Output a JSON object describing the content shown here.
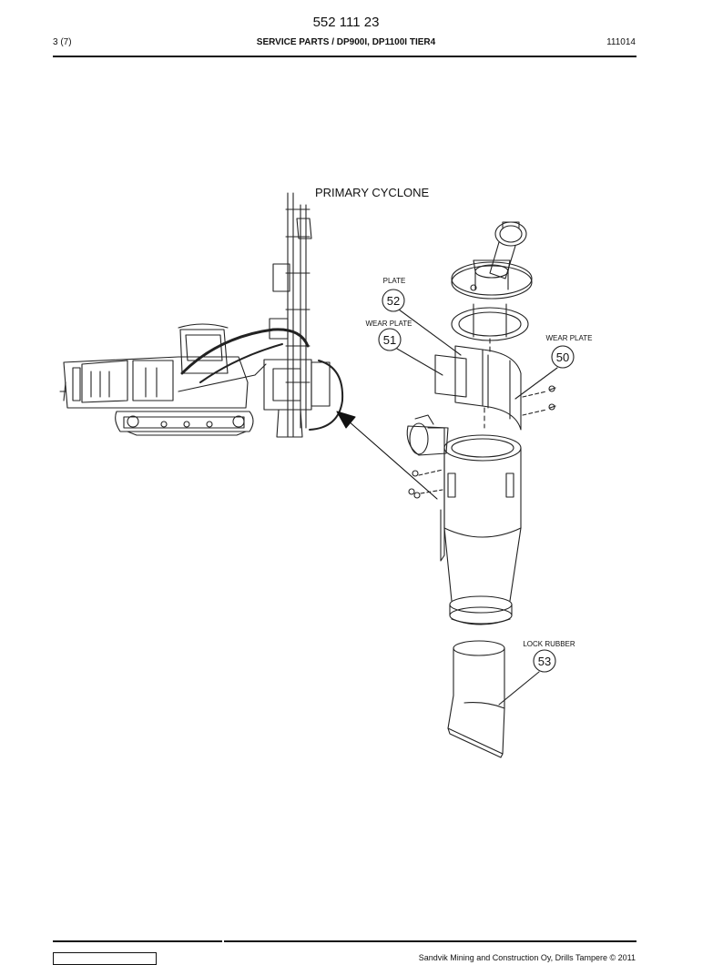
{
  "header": {
    "doc_number": "552 111 23",
    "page": "3 (7)",
    "title": "SERVICE PARTS / DP900I, DP1100I TIER4",
    "date": "111014"
  },
  "diagram": {
    "title": "PRIMARY CYCLONE",
    "callouts": [
      {
        "number": "52",
        "label": "PLATE"
      },
      {
        "number": "51",
        "label": "WEAR PLATE"
      },
      {
        "number": "50",
        "label": "WEAR PLATE"
      },
      {
        "number": "53",
        "label": "LOCK RUBBER"
      }
    ]
  },
  "footer": {
    "copyright": "Sandvik Mining and Construction Oy, Drills Tampere © 2011"
  },
  "colors": {
    "ink": "#111111",
    "background": "#ffffff"
  }
}
